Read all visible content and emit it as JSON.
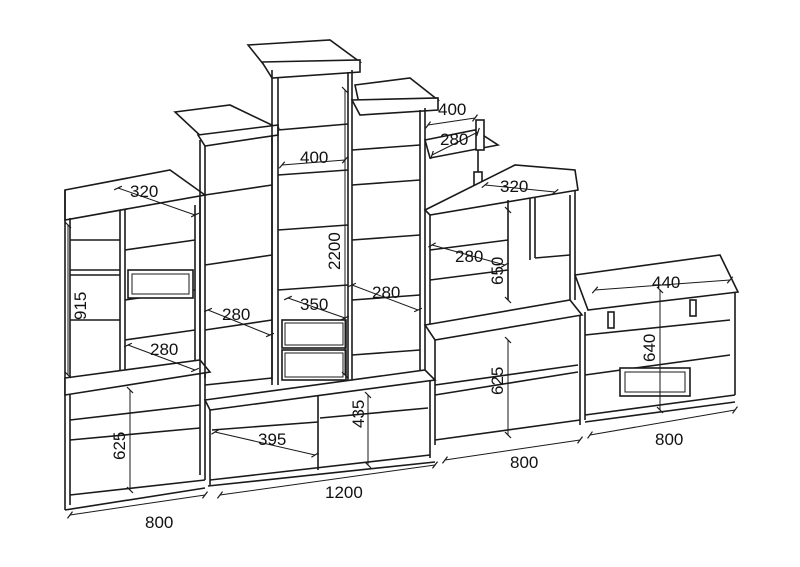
{
  "drawing": {
    "dimensions": {
      "total_left_width": "800",
      "center_width": "1200",
      "right_mid_width": "800",
      "right_low_width": "800",
      "left_depth": "320",
      "left_upper_height": "915",
      "left_shelf_depth": "280",
      "left_lower_height": "625",
      "tower_width": "400",
      "tower_height": "2200",
      "drawer_width": "350",
      "inner_shelf_depth_left": "280",
      "inner_shelf_depth_right": "280",
      "center_niche_width": "395",
      "center_niche_height": "435",
      "top_shelf_width": "400",
      "top_shelf_depth": "280",
      "right_mid_depth": "320",
      "right_mid_shelf_depth": "280",
      "right_mid_upper_height": "650",
      "right_mid_lower_height": "625",
      "right_low_depth": "440",
      "right_low_height": "640"
    }
  }
}
